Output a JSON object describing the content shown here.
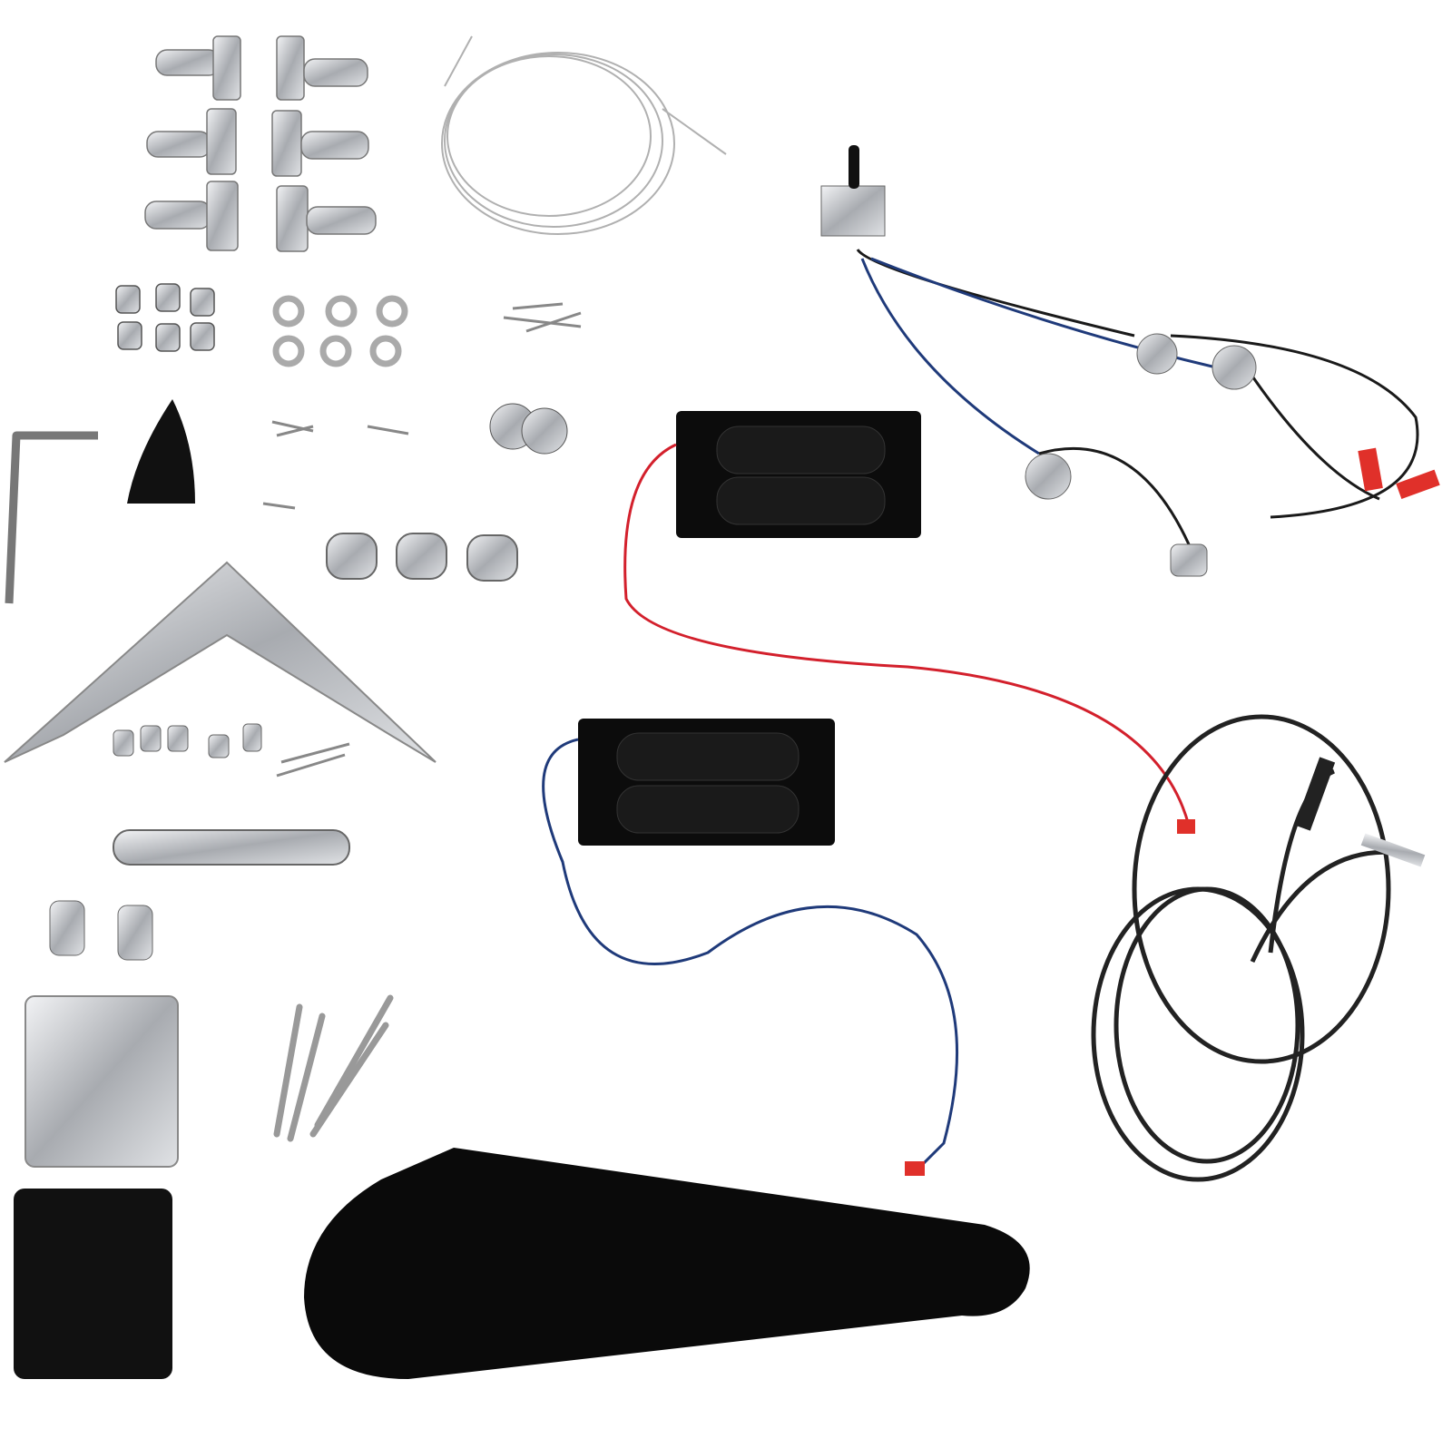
{
  "scene": {
    "background": "#ffffff",
    "colors": {
      "chrome": "#c9cbce",
      "chrome_dark": "#7d8086",
      "black_part": "#111111",
      "red_wire": "#d3202c",
      "blue_wire": "#1f3a7a",
      "black_wire": "#1a1a1a",
      "connector": "#e0302a",
      "string": "#b8b8b8"
    },
    "items": [
      {
        "name": "tuning-machines",
        "count": 6
      },
      {
        "name": "guitar-strings"
      },
      {
        "name": "toggle-switch-wiring-harness"
      },
      {
        "name": "bushings",
        "count": 6
      },
      {
        "name": "washers",
        "count": 6
      },
      {
        "name": "screws"
      },
      {
        "name": "allen-key"
      },
      {
        "name": "truss-rod-cover"
      },
      {
        "name": "strap-buttons",
        "count": 2
      },
      {
        "name": "control-knobs",
        "count": 3
      },
      {
        "name": "humbucker-pickups",
        "count": 2
      },
      {
        "name": "v-tailpiece-plate"
      },
      {
        "name": "tune-o-matic-bridge"
      },
      {
        "name": "bridge-posts",
        "count": 2
      },
      {
        "name": "neck-plate"
      },
      {
        "name": "neck-plate-gasket"
      },
      {
        "name": "wood-screws",
        "count": 4
      },
      {
        "name": "pickguard"
      },
      {
        "name": "instrument-cable"
      }
    ]
  }
}
